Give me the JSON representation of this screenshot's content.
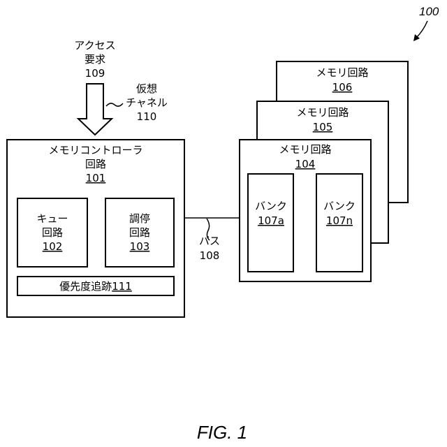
{
  "figure_ref": "100",
  "caption": "FIG. 1",
  "access_request": {
    "line1": "アクセス",
    "line2": "要求",
    "ref": "109"
  },
  "virtual_channel": {
    "line1": "仮想",
    "line2": "チャネル",
    "ref": "110"
  },
  "controller": {
    "line1": "メモリコントローラ",
    "line2": "回路",
    "ref": "101"
  },
  "queue": {
    "line1": "キュー",
    "line2": "回路",
    "ref": "102"
  },
  "arbiter": {
    "line1": "調停",
    "line2": "回路",
    "ref": "103"
  },
  "priority": {
    "label": "優先度追跡",
    "ref": "111"
  },
  "bus": {
    "label": "バス",
    "ref": "108"
  },
  "memory_106": {
    "label": "メモリ回路",
    "ref": "106"
  },
  "memory_105": {
    "label": "メモリ回路",
    "ref": "105"
  },
  "memory_104": {
    "label": "メモリ回路",
    "ref": "104"
  },
  "bank_a": {
    "label": "バンク",
    "ref": "107a"
  },
  "bank_n": {
    "label": "バンク",
    "ref": "107n"
  }
}
